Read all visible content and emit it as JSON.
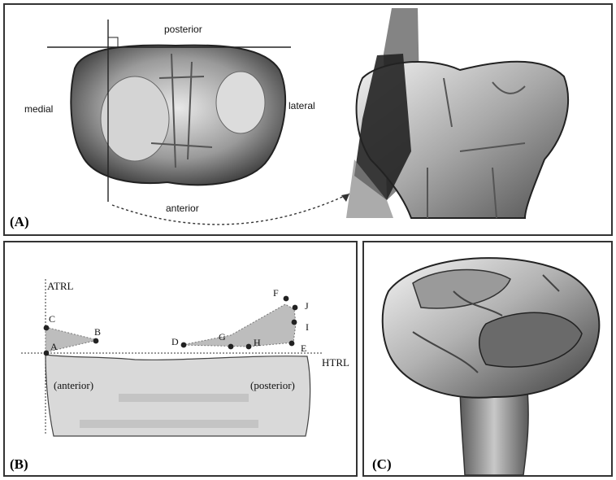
{
  "panel_a": {
    "letter": "(A)",
    "labels": {
      "posterior": "posterior",
      "medial": "medial",
      "lateral": "lateral",
      "anterior": "anterior"
    }
  },
  "panel_b": {
    "letter": "(B)",
    "axis_labels": {
      "vertical": "ATRL",
      "horizontal": "HTRL"
    },
    "region_labels": {
      "anterior": "(anterior)",
      "posterior": "(posterior)"
    },
    "points": [
      "A",
      "B",
      "C",
      "D",
      "E",
      "F",
      "G",
      "H",
      "I",
      "J"
    ]
  },
  "panel_c": {
    "letter": "(C)"
  }
}
